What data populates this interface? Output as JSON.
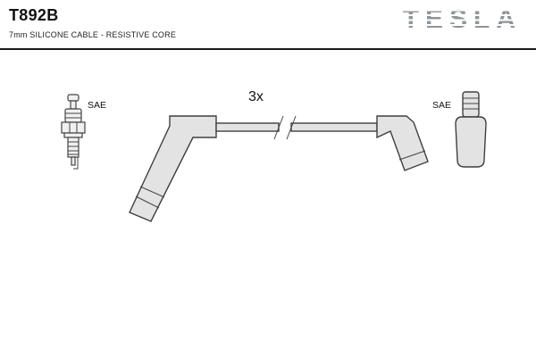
{
  "header": {
    "part_number": "T892B",
    "subtitle": "7mm SILICONE CABLE - RESISTIVE CORE",
    "brand": "TESLA"
  },
  "diagram": {
    "quantity_label": "3x",
    "spark_plug_connector_label": "SAE",
    "coil_connector_label": "SAE"
  },
  "colors": {
    "brand_gray": "#8f9499",
    "outline": "#3f3f3f",
    "part_fill": "#e3e3e3",
    "header_rule": "#1b1b1b"
  }
}
